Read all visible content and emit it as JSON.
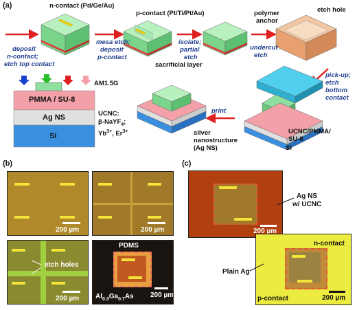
{
  "panel_a": {
    "letter": "(a)",
    "labels": {
      "n_contact": "n-contact (Pd/Ge/Au)",
      "p_contact": "p-contact (Pt/Ti/Pt/Au)",
      "polymer_anchor_1": "polymer",
      "polymer_anchor_2": "anchor",
      "etch_hole": "etch hole",
      "sacrificial_layer": "sacrificial layer",
      "am15g": "AM1.5G",
      "pmma": "PMMA / SU-8",
      "ag_ns": "Ag NS",
      "si": "Si",
      "ucnc_1": "UCNC:",
      "ucnc_2": "β-NaYF",
      "ucnc_2_sub": "4",
      "ucnc_2_end": ";",
      "ucnc_3": "Yb",
      "ucnc_3_sup": "3+",
      "ucnc_3_mid": ", Er",
      "ucnc_3_sup2": "3+",
      "silver_1": "silver",
      "silver_2": "nanostructure",
      "silver_3": "(Ag NS)",
      "ucnc_pmma_1": "UCNC/PMMA/",
      "ucnc_pmma_2": "SU-8",
      "si_right": "Si"
    },
    "steps": {
      "deposit_1": "deposit",
      "deposit_2": "n-contact;",
      "deposit_3": "etch top contact",
      "mesa_1": "mesa etch;",
      "mesa_2": "deposit",
      "mesa_3": "p-contact",
      "isolate_1": "isolate;",
      "isolate_2": "partial",
      "isolate_3": "etch",
      "undercut_1": "undercut",
      "undercut_2": "etch",
      "pickup_1": "pick-up;",
      "pickup_2": "etch",
      "pickup_3": "bottom",
      "pickup_4": "contact",
      "print": "print"
    },
    "colors": {
      "device_green": "#8fdf9e",
      "device_red": "#e04040",
      "pmma_pink": "#f4a0a8",
      "ag_gray": "#d4d4d4",
      "si_blue": "#3a8fe0",
      "contact_yellow": "#f5d400",
      "arrow_red": "#e02020",
      "anchor_orange": "#e8a070",
      "stamp_cyan": "#40c0e0"
    }
  },
  "panel_b": {
    "letter": "(b)",
    "scalebars": [
      "200 µm",
      "200 µm",
      "200 µm",
      "200 µm"
    ],
    "etch_holes": "etch holes",
    "pdms": "PDMS",
    "algaas_1": "Al",
    "algaas_sub1": "0.3",
    "algaas_2": "Ga",
    "algaas_sub2": "0.7",
    "algaas_3": "As"
  },
  "panel_c": {
    "letter": "(c)",
    "ag_ns_1": "Ag NS",
    "ag_ns_2": "w/ UCNC",
    "scalebar_1": "200 µm",
    "n_contact": "n-contact",
    "p_contact": "p-contact",
    "plain_ag": "Plain Ag",
    "scalebar_2": "200 µm"
  }
}
